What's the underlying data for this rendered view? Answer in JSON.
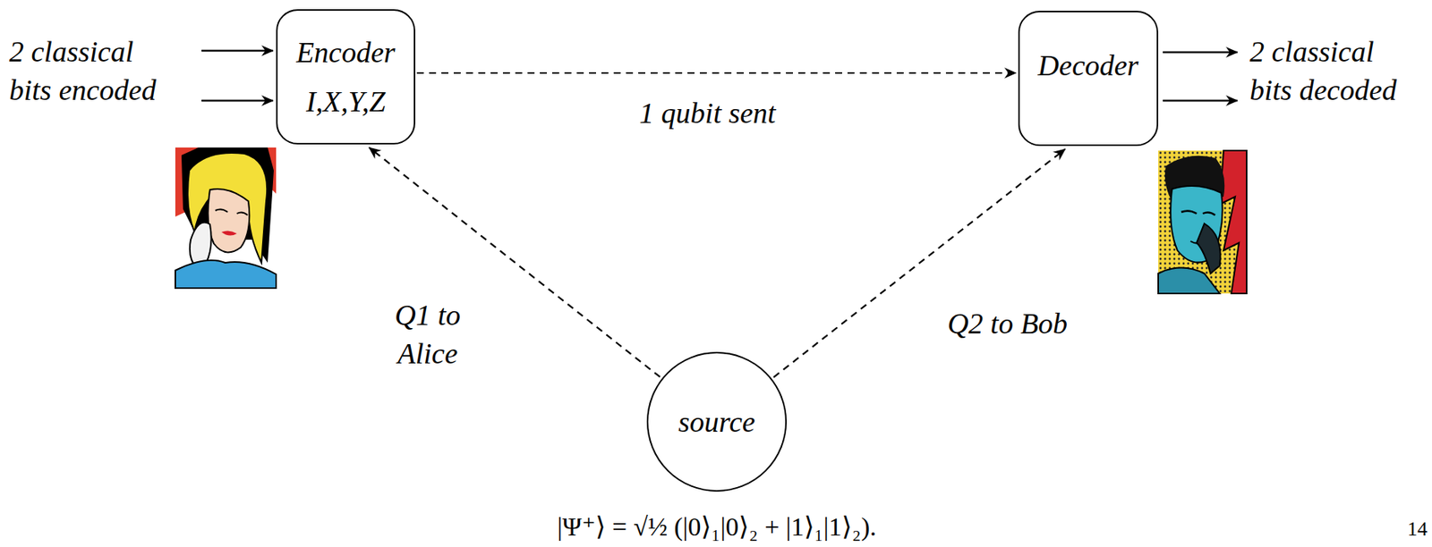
{
  "diagram": {
    "nodes": [
      {
        "text": [
          "Encoder",
          "I,X,Y,Z"
        ]
      },
      {
        "text": [
          "Decoder"
        ]
      },
      {
        "text": [
          "source"
        ]
      }
    ],
    "edges": [
      {
        "from": 0,
        "to": 1,
        "arrow": "to",
        "label": "1 qubit sent"
      },
      {
        "from": 2,
        "to": 0,
        "arrow": "to",
        "label": "Q1 to Alice"
      },
      {
        "from": 2,
        "to": 1,
        "arrow": "to",
        "label": "Q2 to Bob"
      }
    ],
    "labels": [
      "2 classical bits encoded",
      "2 classical bits decoded",
      "|Ψ⁺⟩ = √½ (|0⟩₁|0⟩₂ + |1⟩₁|1⟩₂).",
      "14"
    ]
  }
}
